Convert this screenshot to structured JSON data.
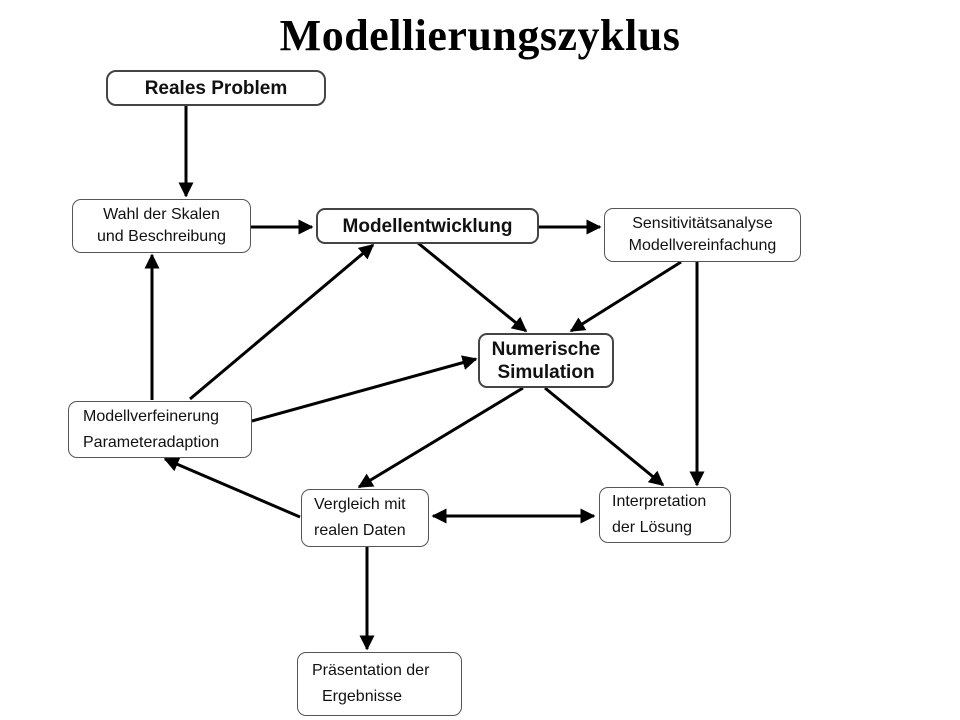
{
  "title": "Modellierungszyklus",
  "nodes": {
    "reales_problem": {
      "lines": [
        "Reales Problem"
      ]
    },
    "wahl_der_skalen": {
      "lines": [
        "Wahl der Skalen",
        "und Beschreibung"
      ]
    },
    "modellentwicklung": {
      "lines": [
        "Modellentwicklung"
      ]
    },
    "sensitivitaet": {
      "lines": [
        "Sensitivitätsanalyse",
        "Modellvereinfachung"
      ]
    },
    "numerische_simulation": {
      "lines": [
        "Numerische",
        "Simulation"
      ]
    },
    "modellverfeinerung": {
      "lines": [
        "Modellverfeinerung",
        "Parameteradaption"
      ]
    },
    "vergleich": {
      "lines": [
        "Vergleich mit",
        "realen Daten"
      ]
    },
    "interpretation": {
      "lines": [
        "Interpretation",
        "der Lösung"
      ]
    },
    "praesentation": {
      "lines": [
        "Präsentation der",
        "Ergebnisse"
      ]
    }
  },
  "edges": [
    {
      "from": "Reales Problem",
      "to": "Wahl der Skalen und Beschreibung"
    },
    {
      "from": "Wahl der Skalen und Beschreibung",
      "to": "Modellentwicklung"
    },
    {
      "from": "Modellentwicklung",
      "to": "Sensitivitätsanalyse Modellvereinfachung"
    },
    {
      "from": "Modellentwicklung",
      "to": "Numerische Simulation"
    },
    {
      "from": "Sensitivitätsanalyse Modellvereinfachung",
      "to": "Numerische Simulation"
    },
    {
      "from": "Sensitivitätsanalyse Modellvereinfachung",
      "to": "Interpretation der Lösung"
    },
    {
      "from": "Modellverfeinerung Parameteradaption",
      "to": "Wahl der Skalen und Beschreibung"
    },
    {
      "from": "Modellverfeinerung Parameteradaption",
      "to": "Modellentwicklung"
    },
    {
      "from": "Modellverfeinerung Parameteradaption",
      "to": "Numerische Simulation"
    },
    {
      "from": "Numerische Simulation",
      "to": "Vergleich mit realen Daten"
    },
    {
      "from": "Numerische Simulation",
      "to": "Interpretation der Lösung"
    },
    {
      "from": "Vergleich mit realen Daten",
      "to": "Modellverfeinerung Parameteradaption"
    },
    {
      "from": "Vergleich mit realen Daten",
      "to": "Interpretation der Lösung",
      "bidirectional": true
    },
    {
      "from": "Vergleich mit realen Daten",
      "to": "Präsentation der Ergebnisse"
    }
  ]
}
